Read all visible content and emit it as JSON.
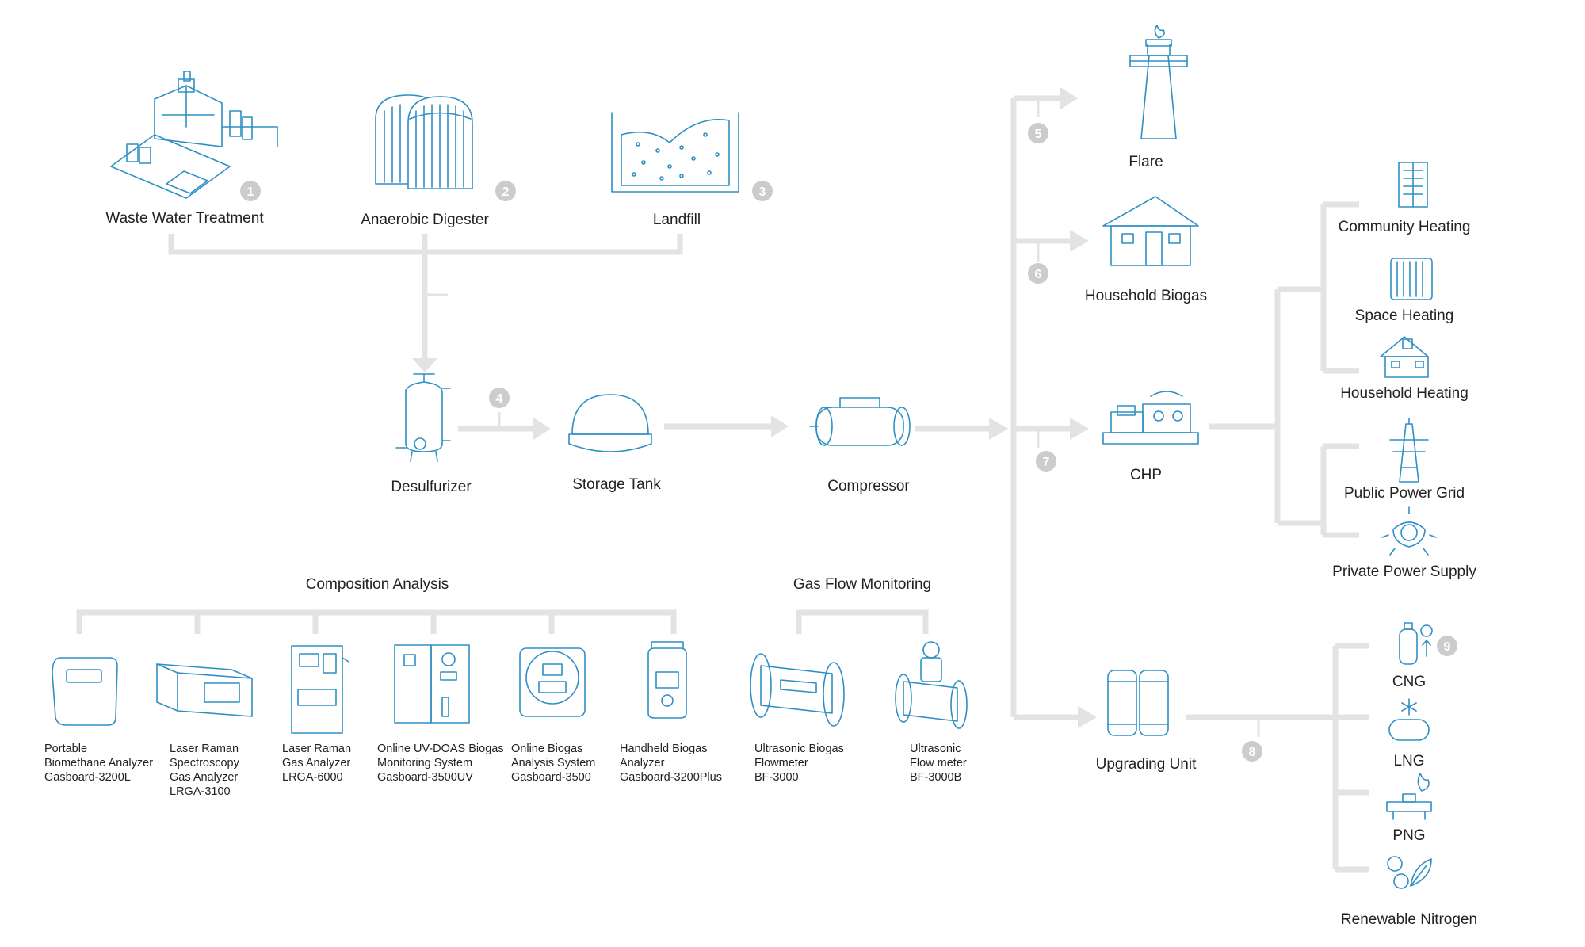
{
  "colors": {
    "icon": "#2f8fc4",
    "connector": "#e3e3e3",
    "badge": "#cccccc",
    "text": "#222222"
  },
  "sources": {
    "waste_water": "Waste Water Treatment",
    "digester": "Anaerobic Digester",
    "landfill": "Landfill"
  },
  "process": {
    "desulfurizer": "Desulfurizer",
    "storage_tank": "Storage Tank",
    "compressor": "Compressor"
  },
  "uses": {
    "flare": "Flare",
    "household_biogas": "Household Biogas",
    "chp": "CHP",
    "upgrading_unit": "Upgrading Unit"
  },
  "chp_outputs": {
    "community_heating": "Community Heating",
    "space_heating": "Space Heating",
    "household_heating": "Household Heating",
    "public_power_grid": "Public Power Grid",
    "private_power_supply": "Private Power Supply"
  },
  "upgrading_outputs": {
    "cng": "CNG",
    "lng": "LNG",
    "png": "PNG",
    "renewable_nitrogen": "Renewable Nitrogen"
  },
  "analysis": {
    "composition_title": "Composition Analysis",
    "flow_title": "Gas Flow Monitoring",
    "products": [
      {
        "lines": [
          "Portable",
          "Biomethane Analyzer",
          "Gasboard-3200L"
        ]
      },
      {
        "lines": [
          "Laser Raman",
          "Spectroscopy",
          "Gas Analyzer",
          "LRGA-3100"
        ]
      },
      {
        "lines": [
          "Laser Raman",
          "Gas Analyzer",
          "LRGA-6000"
        ]
      },
      {
        "lines": [
          "Online UV-DOAS Biogas",
          "Monitoring System",
          "Gasboard-3500UV"
        ]
      },
      {
        "lines": [
          "Online Biogas",
          "Analysis System",
          "Gasboard-3500"
        ]
      },
      {
        "lines": [
          "Handheld Biogas",
          "Analyzer",
          "Gasboard-3200Plus"
        ]
      },
      {
        "lines": [
          "Ultrasonic Biogas",
          "Flowmeter",
          "BF-3000"
        ]
      },
      {
        "lines": [
          "Ultrasonic",
          "Flow meter",
          "BF-3000B"
        ]
      }
    ]
  },
  "badges": [
    "1",
    "2",
    "3",
    "4",
    "5",
    "6",
    "7",
    "8",
    "9"
  ]
}
